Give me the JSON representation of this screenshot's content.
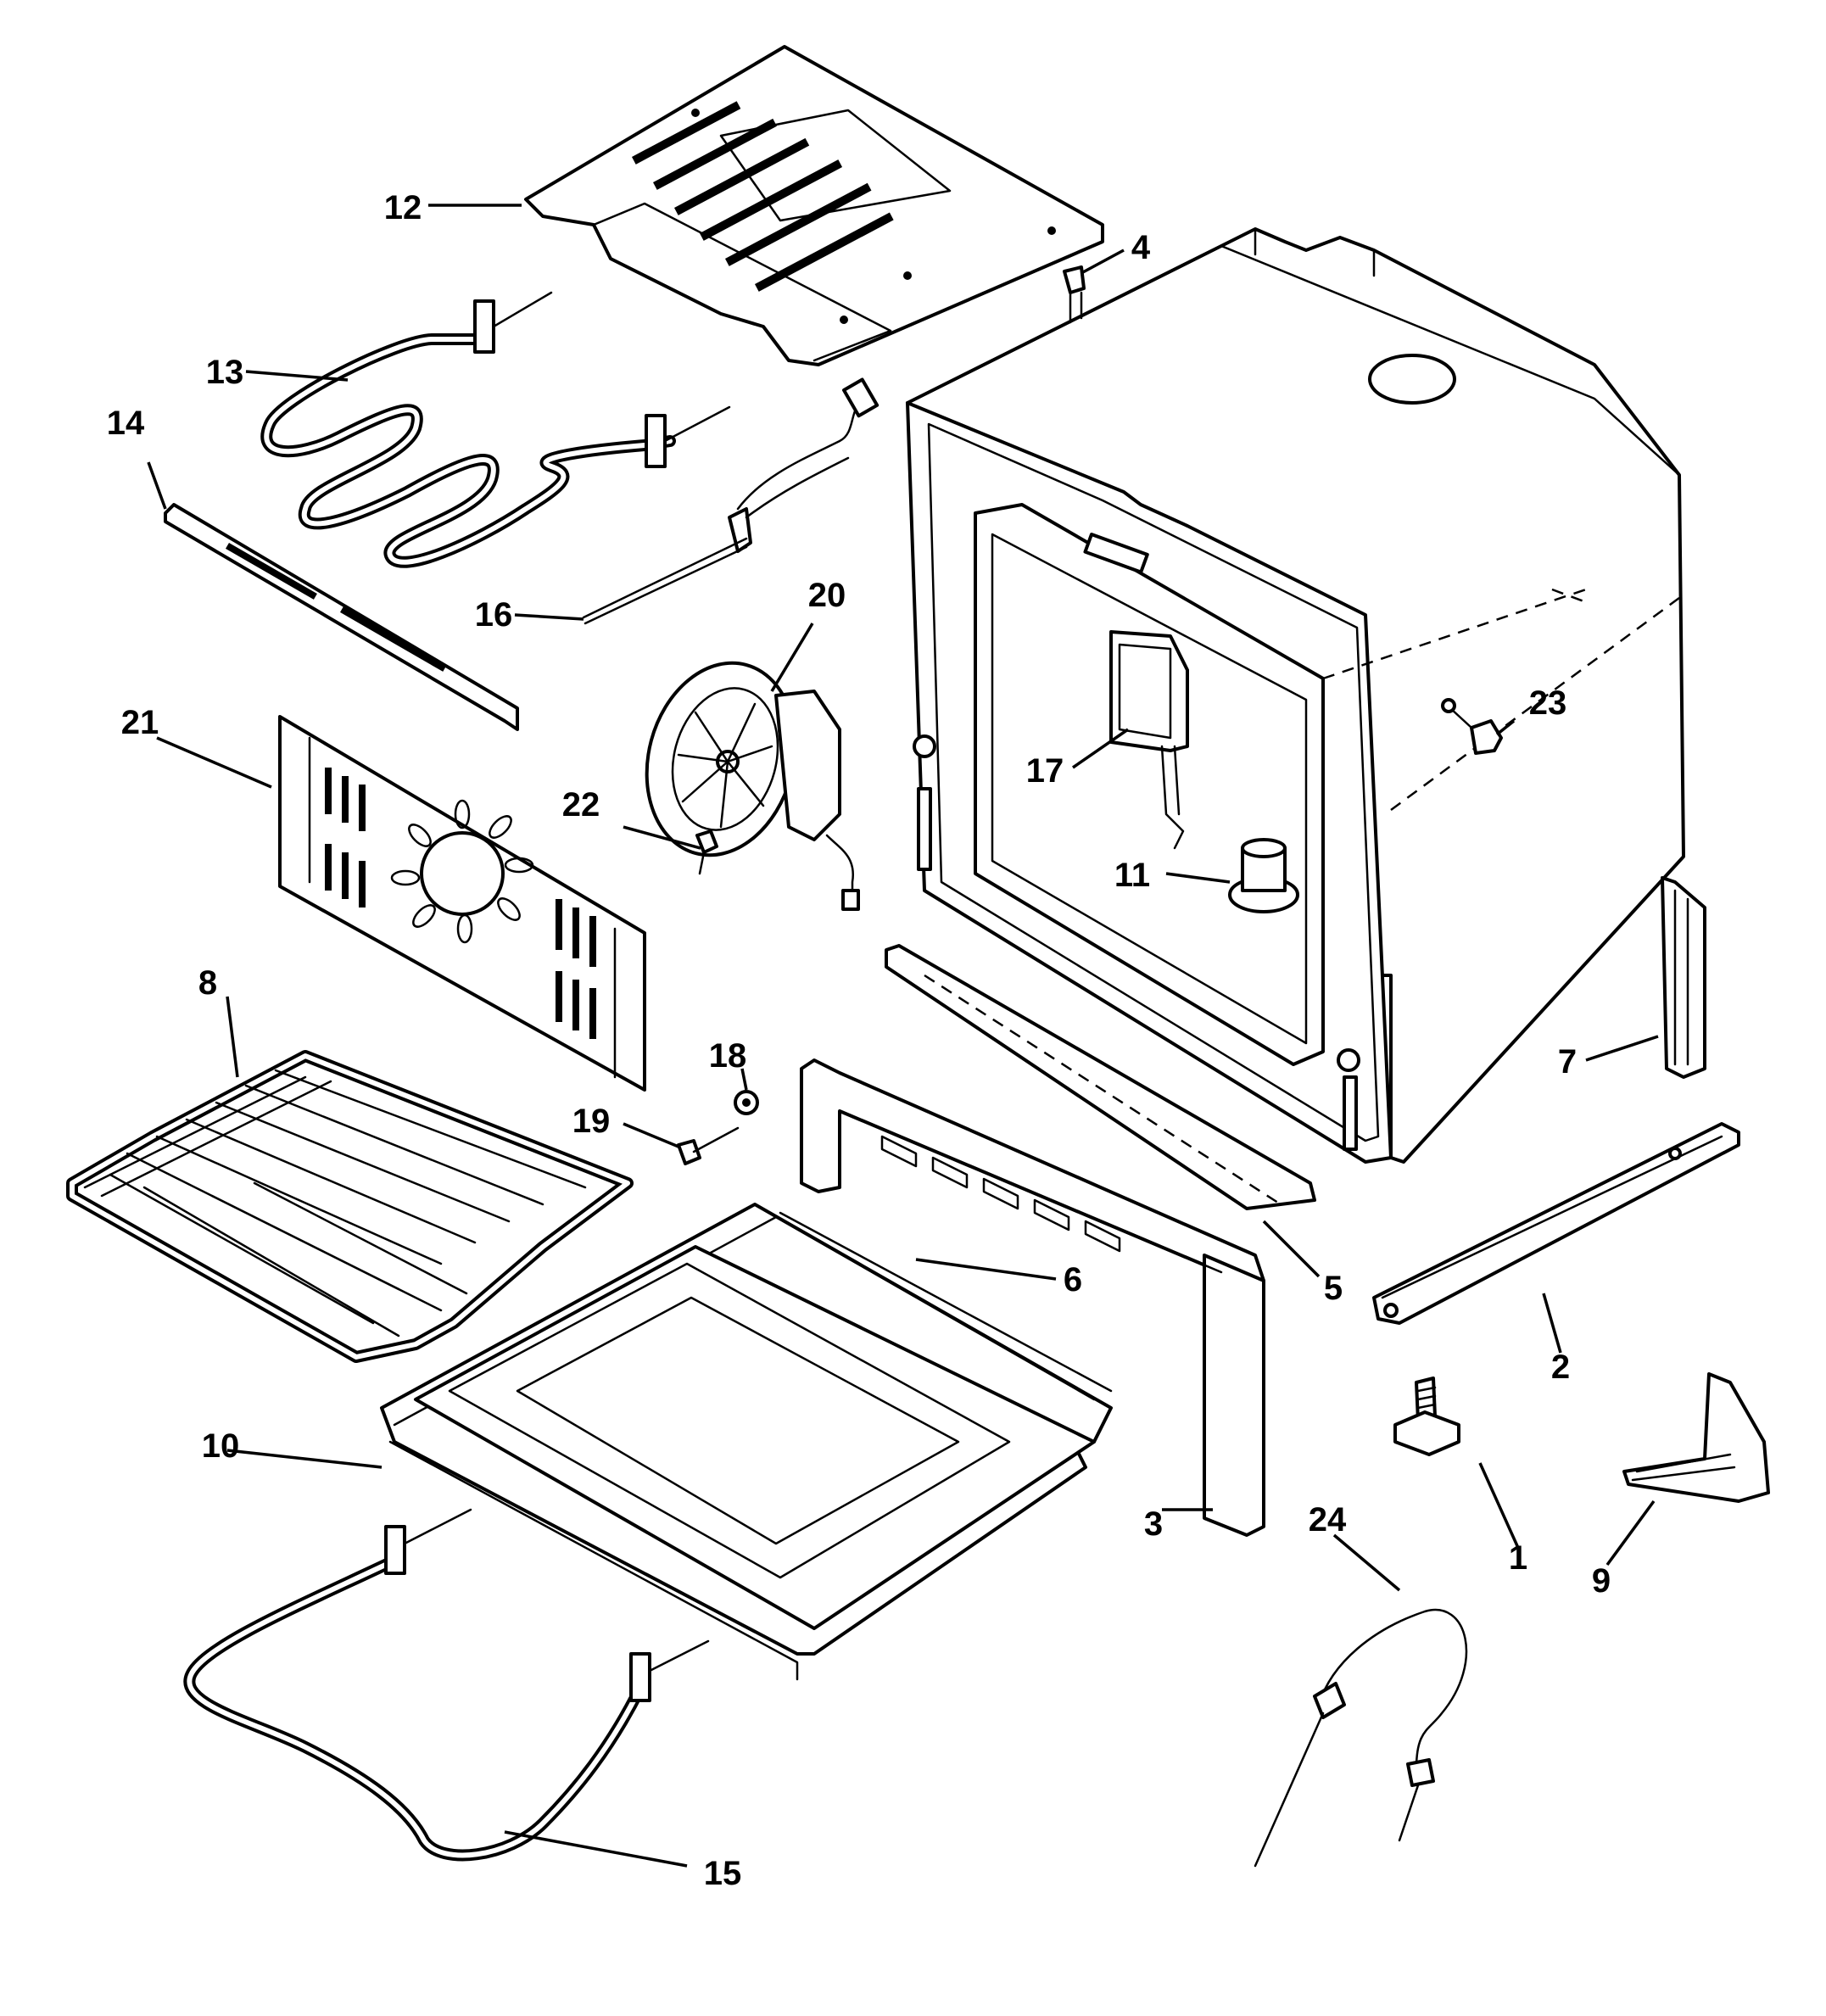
{
  "callouts": [
    {
      "id": "1",
      "part": "leveling-leg"
    },
    {
      "id": "2",
      "part": "base-rail"
    },
    {
      "id": "3",
      "part": "front-frame"
    },
    {
      "id": "4",
      "part": "screw"
    },
    {
      "id": "5",
      "part": "lower-front-panel"
    },
    {
      "id": "6",
      "part": "oven-bottom"
    },
    {
      "id": "7",
      "part": "side-bracket"
    },
    {
      "id": "8",
      "part": "oven-rack"
    },
    {
      "id": "9",
      "part": "anti-tip-bracket"
    },
    {
      "id": "10",
      "part": "oven-bottom-panel"
    },
    {
      "id": "11",
      "part": "oven-light-socket"
    },
    {
      "id": "12",
      "part": "top-heat-shield"
    },
    {
      "id": "13",
      "part": "broil-element"
    },
    {
      "id": "14",
      "part": "support-bar"
    },
    {
      "id": "15",
      "part": "bake-element"
    },
    {
      "id": "16",
      "part": "temperature-sensor"
    },
    {
      "id": "17",
      "part": "light-housing"
    },
    {
      "id": "18",
      "part": "nut"
    },
    {
      "id": "19",
      "part": "screw"
    },
    {
      "id": "20",
      "part": "convection-fan-motor"
    },
    {
      "id": "21",
      "part": "convection-fan-cover"
    },
    {
      "id": "22",
      "part": "screw"
    },
    {
      "id": "23",
      "part": "door-switch"
    },
    {
      "id": "24",
      "part": "meat-probe"
    }
  ]
}
